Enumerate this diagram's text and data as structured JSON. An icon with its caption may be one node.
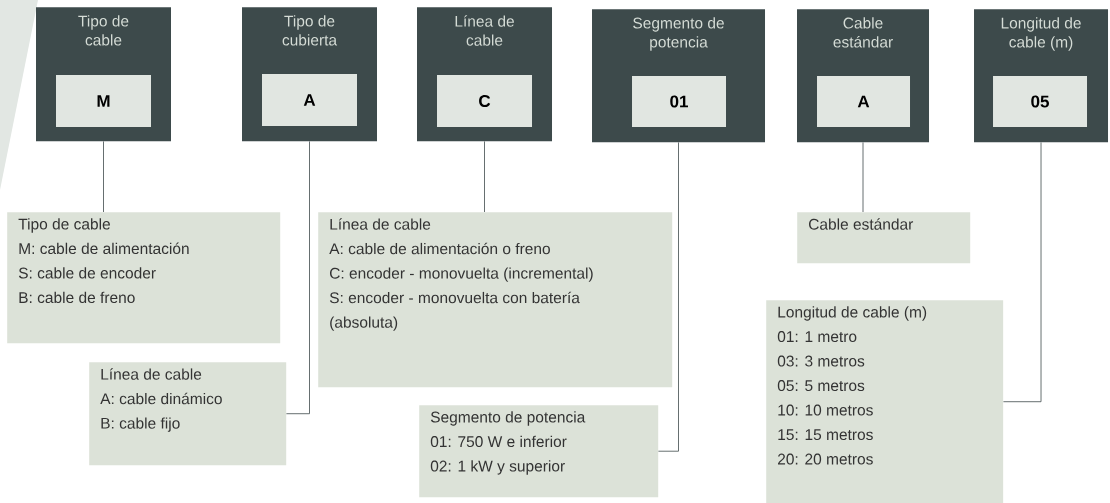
{
  "diagram": {
    "nodes": [
      {
        "text": [
          "Tipo de cable"
        ]
      },
      {
        "text": [
          "M"
        ],
        "in": 0
      },
      {
        "text": [
          "Tipo de cubierta"
        ]
      },
      {
        "text": [
          "A"
        ],
        "in": 2
      },
      {
        "text": [
          "Línea de cable"
        ]
      },
      {
        "text": [
          "C"
        ],
        "in": 4
      },
      {
        "text": [
          "Segmento de potencia"
        ]
      },
      {
        "text": [
          "01"
        ],
        "in": 6
      },
      {
        "text": [
          "Cable estándar"
        ]
      },
      {
        "text": [
          "A"
        ],
        "in": 8
      },
      {
        "text": [
          "Longitud de cable (m)"
        ]
      },
      {
        "text": [
          "05"
        ],
        "in": 10
      },
      {
        "text": [
          "Tipo de cable",
          "M: cable de alimentación",
          "S: cable de encoder",
          "B: cable de freno"
        ]
      },
      {
        "text": [
          "Línea de cable",
          "A: cable de alimentación o freno",
          "C: encoder - monovuelta (incremental)",
          "S: encoder - monovuelta con batería (absoluta)"
        ]
      },
      {
        "text": [
          "Cable estándar"
        ]
      },
      {
        "text": [
          "Longitud de cable (m)",
          "01: 1 metro",
          "03: 3 metros",
          "05: 5 metros",
          "10: 10 metros",
          "15: 15 metros",
          "20: 20 metros"
        ]
      },
      {
        "text": [
          "Línea de cable",
          "A: cable dinámico",
          "B: cable fijo"
        ]
      },
      {
        "text": [
          "Segmento de potencia",
          "01: 750 W e inferior",
          "02: 1 kW y superior"
        ]
      }
    ],
    "edges": [
      {
        "from": 0,
        "to": 12,
        "arrow": "none"
      },
      {
        "from": 2,
        "to": 16,
        "arrow": "none"
      },
      {
        "from": 4,
        "to": 13,
        "arrow": "none"
      },
      {
        "from": 6,
        "to": 17,
        "arrow": "none"
      },
      {
        "from": 8,
        "to": 14,
        "arrow": "none"
      },
      {
        "from": 10,
        "to": 15,
        "arrow": "none"
      }
    ]
  }
}
